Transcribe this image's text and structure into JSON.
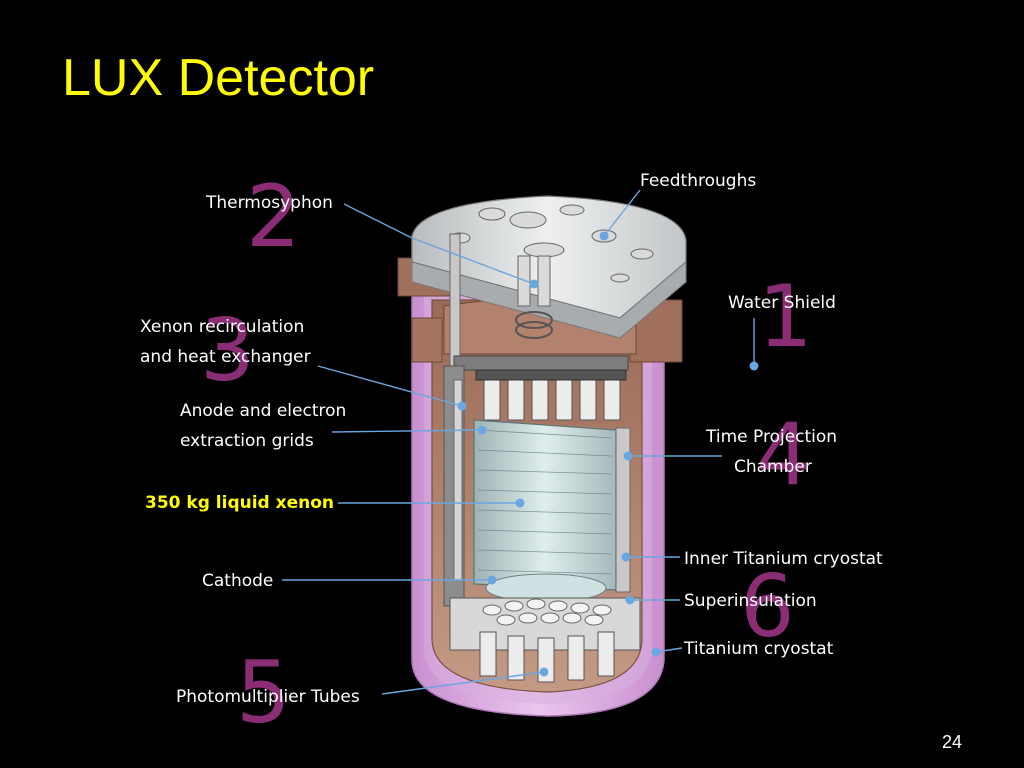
{
  "slide": {
    "title": "LUX Detector",
    "page_number": "24"
  },
  "diagram": {
    "numbers": [
      "2",
      "3",
      "5",
      "1",
      "4",
      "6"
    ],
    "labels": {
      "thermosyphon": "Thermosyphon",
      "xenon_recirc_1": "Xenon recirculation",
      "xenon_recirc_2": "and heat exchanger",
      "anode_1": "Anode and electron",
      "anode_2": "extraction grids",
      "liquid_xenon": "350 kg liquid xenon",
      "cathode": "Cathode",
      "pmt": "Photomultiplier Tubes",
      "feedthroughs": "Feedthroughs",
      "water_shield": "Water Shield",
      "tpc_1": "Time Projection",
      "tpc_2": "Chamber",
      "inner_cryostat": "Inner Titanium cryostat",
      "superinsulation": "Superinsulation",
      "titanium_cryostat": "Titanium cryostat"
    },
    "colors": {
      "title": "#ffff00",
      "highlight_label": "#ffff00",
      "number": "#8a2d75",
      "leader": "#6aa6e0"
    }
  }
}
